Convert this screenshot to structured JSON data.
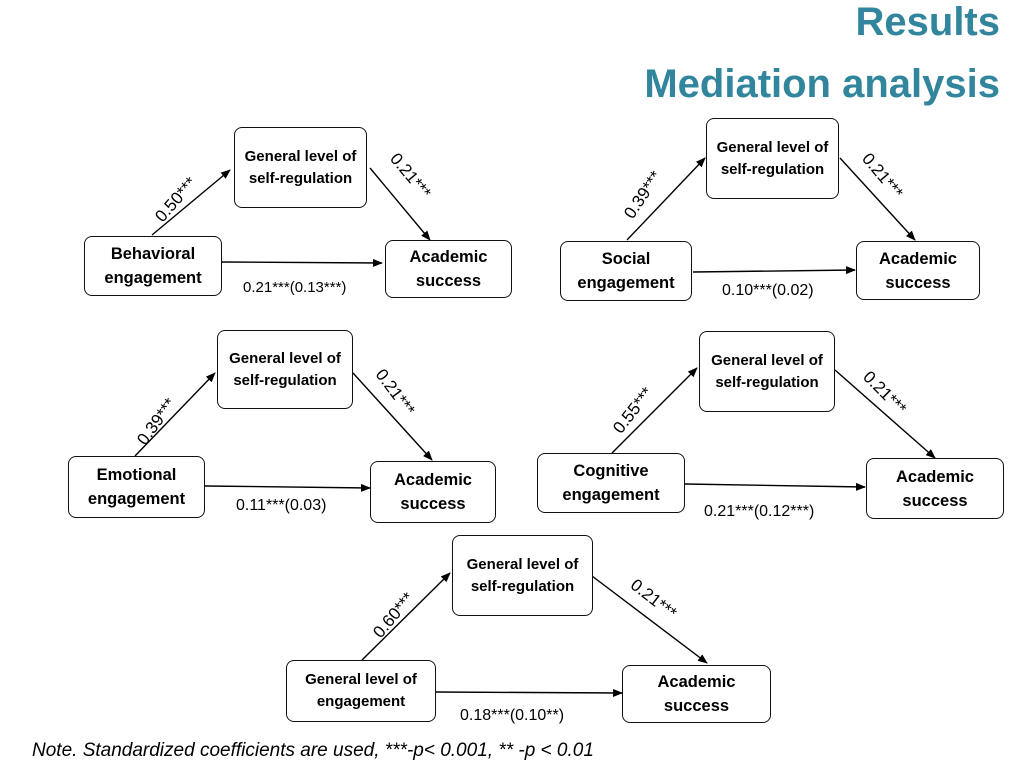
{
  "title": "Results",
  "subtitle": "Mediation analysis",
  "panels": [
    {
      "predictor": "Behavioral engagement",
      "mediator": "General level of self-regulation",
      "outcome": "Academic success",
      "path_a": "0.50***",
      "path_b": "0.21***",
      "path_c": "0.21***(0.13***)"
    },
    {
      "predictor": "Social engagement",
      "mediator": "General level of self-regulation",
      "outcome": "Academic success",
      "path_a": "0.39***",
      "path_b": "0.21***",
      "path_c": "0.10***(0.02)"
    },
    {
      "predictor": "Emotional engagement",
      "mediator": "General level of self-regulation",
      "outcome": "Academic success",
      "path_a": "0.39***",
      "path_b": "0.21***",
      "path_c": "0.11***(0.03)"
    },
    {
      "predictor": "Cognitive engagement",
      "mediator": "General level of self-regulation",
      "outcome": "Academic success",
      "path_a": "0.55***",
      "path_b": "0.21***",
      "path_c": "0.21***(0.12***)"
    },
    {
      "predictor": "General level of engagement",
      "mediator": "General level of self-regulation",
      "outcome": "Academic success",
      "path_a": "0.60***",
      "path_b": "0.21***",
      "path_c": "0.18***(0.10**)"
    }
  ],
  "note": "Note. Standardized coefficients are used, ***-p< 0.001, ** -p < 0.01"
}
